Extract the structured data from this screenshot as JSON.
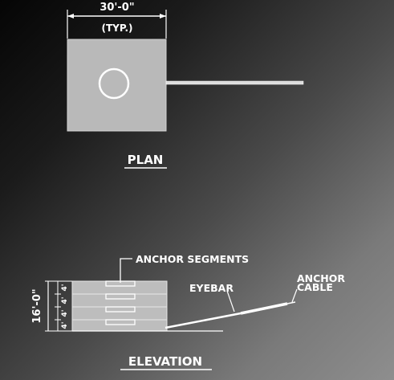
{
  "plan": {
    "dimension": "30'-0\"",
    "dimension_note": "(TYP.)",
    "title": "PLAN"
  },
  "elevation": {
    "title": "ELEVATION",
    "height_dimension": "16'-0\"",
    "segment_dimensions": [
      "4'",
      "4'",
      "4'",
      "4'"
    ],
    "labels": {
      "anchor_segments": "ANCHOR SEGMENTS",
      "eyebar": "EYEBAR",
      "anchor_cable_line1": "ANCHOR",
      "anchor_cable_line2": "CABLE"
    }
  }
}
